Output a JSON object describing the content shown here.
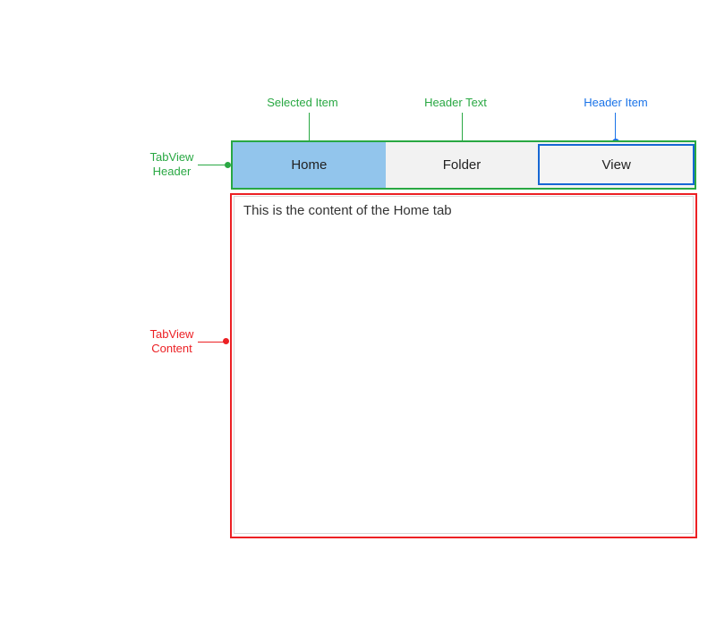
{
  "colors": {
    "annotation_green": "#29a843",
    "annotation_blue": "#1a73e8",
    "annotation_red": "#ec2024",
    "header_item_border_blue": "#1667d4",
    "selected_tab_fill": "#92c5ec",
    "header_strip_fill": "#f2f2f2",
    "content_inner_border": "#d9d9d9",
    "content_text_color": "#333333",
    "background": "#ffffff"
  },
  "callouts": {
    "selected_item": {
      "label": "Selected Item"
    },
    "header_text": {
      "label": "Header Text"
    },
    "header_item": {
      "label": "Header Item"
    },
    "tabview_header": {
      "line1": "TabView",
      "line2": "Header"
    },
    "tabview_content": {
      "line1": "TabView",
      "line2": "Content"
    }
  },
  "tabview": {
    "tabs": [
      {
        "label": "Home",
        "selected": true
      },
      {
        "label": "Folder",
        "selected": false
      },
      {
        "label": "View",
        "selected": false
      }
    ],
    "content_text": "This is the content of the Home tab"
  }
}
